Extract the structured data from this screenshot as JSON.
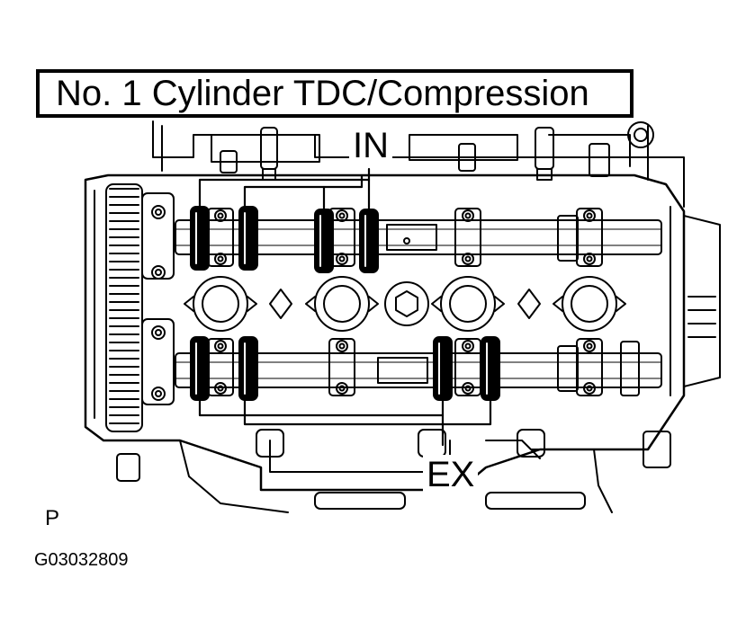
{
  "title": "No. 1 Cylinder TDC/Compression",
  "labels": {
    "intake": "IN",
    "exhaust": "EX",
    "view": "P",
    "figure_code": "G03032809"
  },
  "colors": {
    "ink": "#000000",
    "paper": "#ffffff"
  }
}
